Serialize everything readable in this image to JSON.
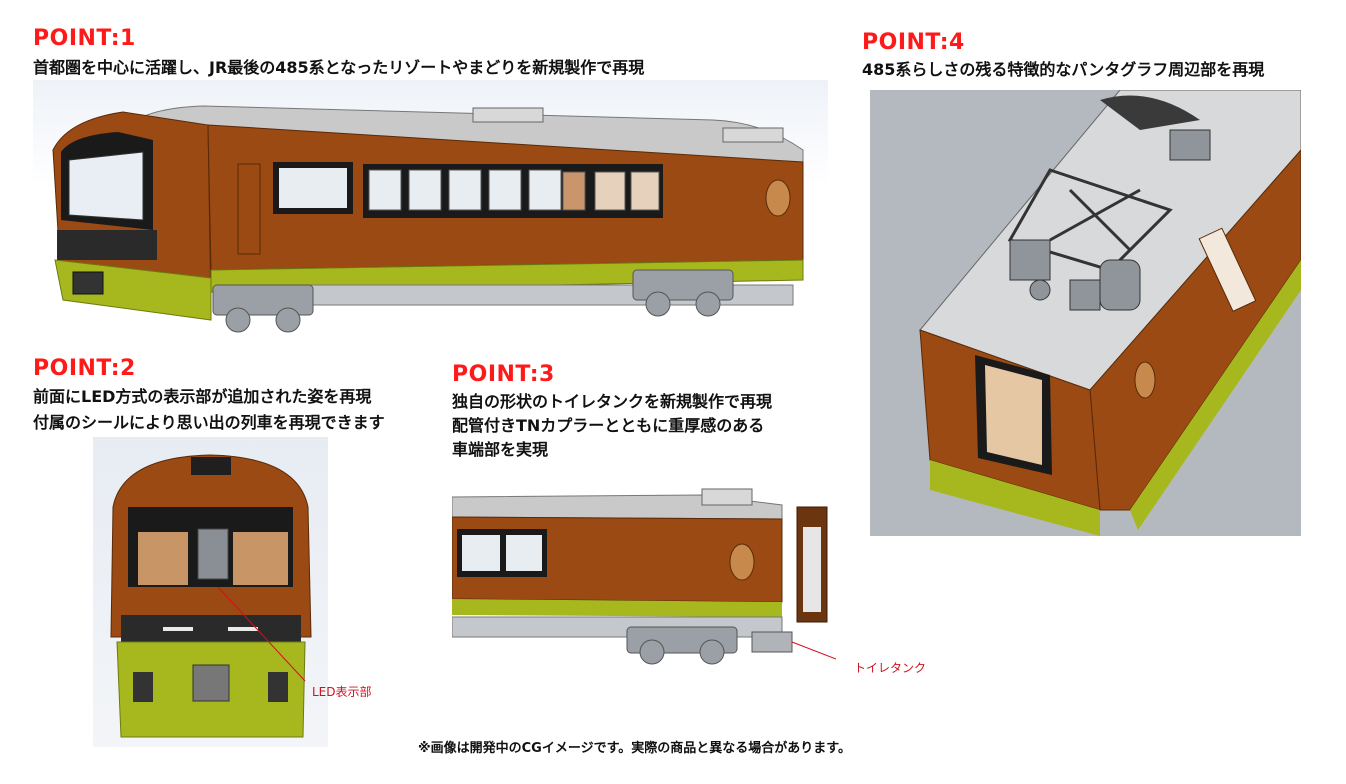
{
  "point1": {
    "heading": "POINT:1",
    "text": "首都圏を中心に活躍し、JR最後の485系となったリゾートやまどりを新規製作で再現"
  },
  "point2": {
    "heading": "POINT:2",
    "lines": [
      "前面にLED方式の表示部が追加された姿を再現",
      "付属のシールにより思い出の列車を再現できます"
    ],
    "callout": "LED表示部"
  },
  "point3": {
    "heading": "POINT:3",
    "lines": [
      "独自の形状のトイレタンクを新規製作で再現",
      "配管付きTNカプラーとともに重厚感のある",
      "車端部を実現"
    ],
    "callout": "トイレタンク"
  },
  "point4": {
    "heading": "POINT:4",
    "text": "485系らしさの残る特徴的なパンタグラフ周辺部を再現"
  },
  "footnote": "※画像は開発中のCGイメージです。実際の商品と異なる場合があります。",
  "colors": {
    "accent": "#ff1a1a",
    "body_brown": "#9a4a12",
    "band_green": "#a6b81e",
    "roof_gray": "#c8c8c8",
    "bogie_gray": "#9aa0a6"
  }
}
